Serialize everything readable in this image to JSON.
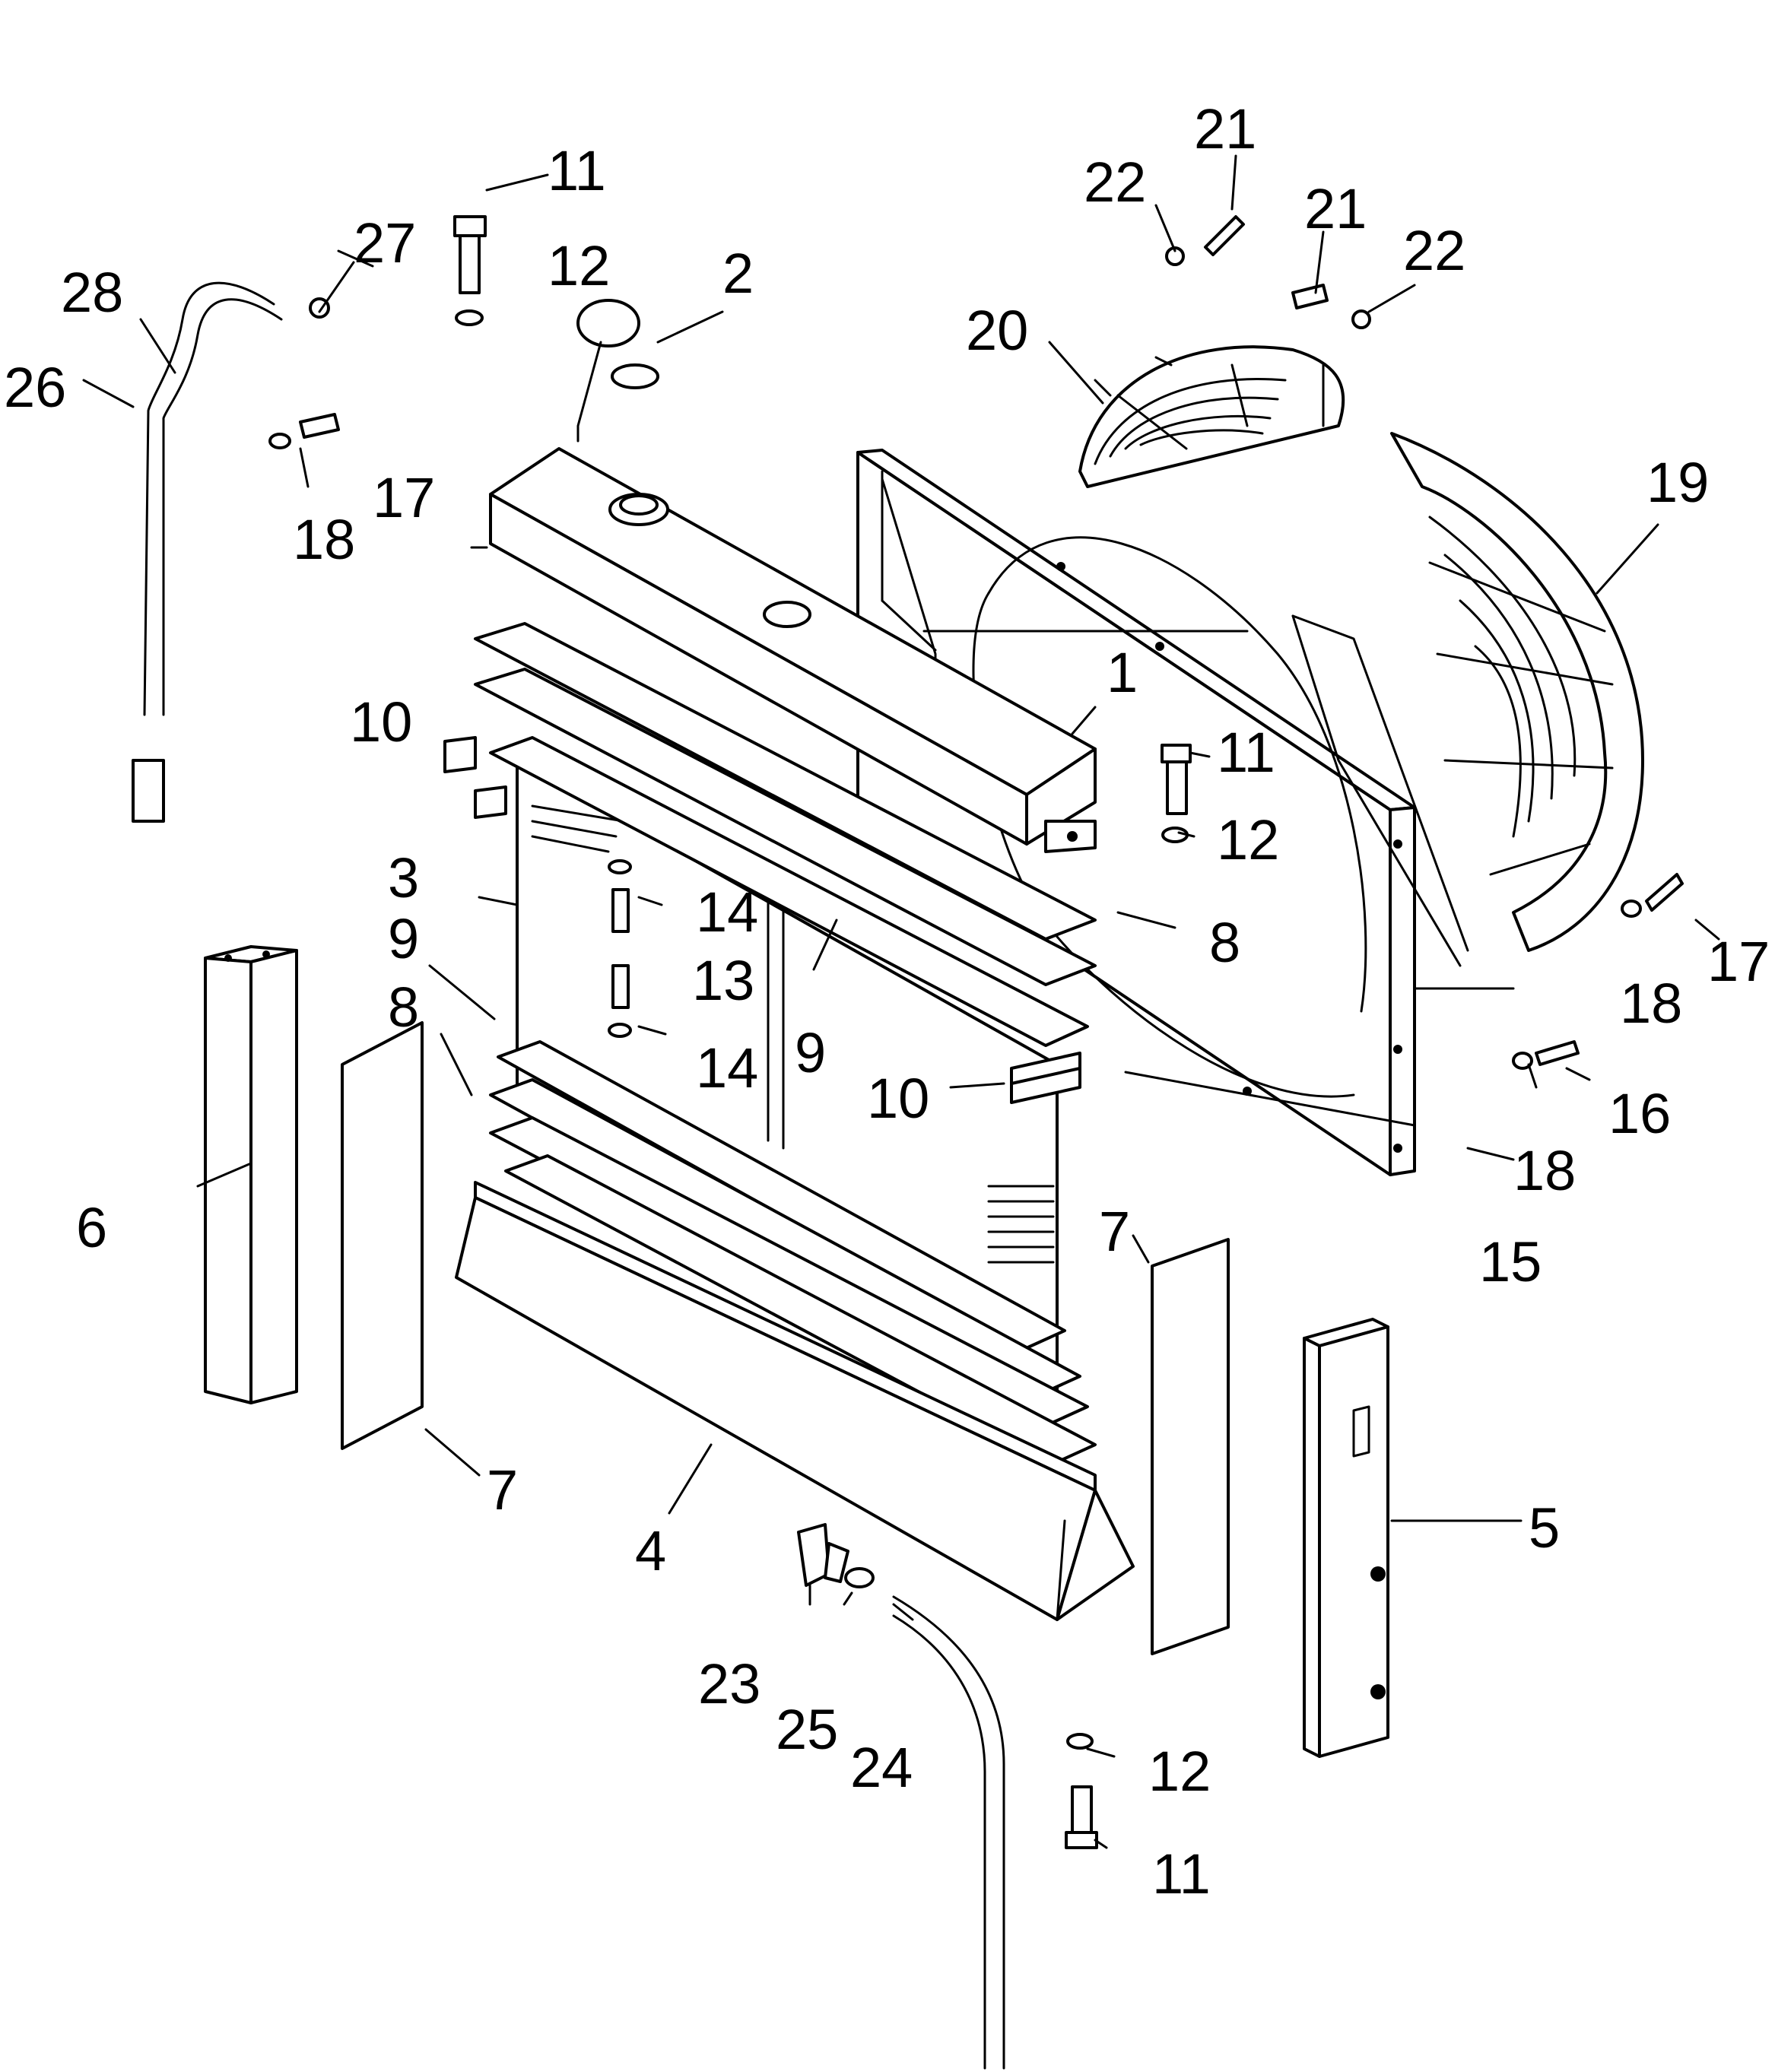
{
  "callouts": [
    {
      "id": "c1",
      "text": "1"
    },
    {
      "id": "c2",
      "text": "2"
    },
    {
      "id": "c3",
      "text": "3"
    },
    {
      "id": "c4",
      "text": "4"
    },
    {
      "id": "c5",
      "text": "5"
    },
    {
      "id": "c6",
      "text": "6"
    },
    {
      "id": "c7a",
      "text": "7"
    },
    {
      "id": "c7b",
      "text": "7"
    },
    {
      "id": "c8a",
      "text": "8"
    },
    {
      "id": "c8b",
      "text": "8"
    },
    {
      "id": "c9a",
      "text": "9"
    },
    {
      "id": "c9b",
      "text": "9"
    },
    {
      "id": "c10a",
      "text": "10"
    },
    {
      "id": "c10b",
      "text": "10"
    },
    {
      "id": "c11a",
      "text": "11"
    },
    {
      "id": "c11b",
      "text": "11"
    },
    {
      "id": "c11c",
      "text": "11"
    },
    {
      "id": "c12a",
      "text": "12"
    },
    {
      "id": "c12b",
      "text": "12"
    },
    {
      "id": "c12c",
      "text": "12"
    },
    {
      "id": "c13",
      "text": "13"
    },
    {
      "id": "c14a",
      "text": "14"
    },
    {
      "id": "c14b",
      "text": "14"
    },
    {
      "id": "c15",
      "text": "15"
    },
    {
      "id": "c16",
      "text": "16"
    },
    {
      "id": "c17a",
      "text": "17"
    },
    {
      "id": "c17b",
      "text": "17"
    },
    {
      "id": "c18a",
      "text": "18"
    },
    {
      "id": "c18b",
      "text": "18"
    },
    {
      "id": "c18c",
      "text": "18"
    },
    {
      "id": "c19",
      "text": "19"
    },
    {
      "id": "c20",
      "text": "20"
    },
    {
      "id": "c21a",
      "text": "21"
    },
    {
      "id": "c21b",
      "text": "21"
    },
    {
      "id": "c22a",
      "text": "22"
    },
    {
      "id": "c22b",
      "text": "22"
    },
    {
      "id": "c23",
      "text": "23"
    },
    {
      "id": "c24",
      "text": "24"
    },
    {
      "id": "c25",
      "text": "25"
    },
    {
      "id": "c26",
      "text": "26"
    },
    {
      "id": "c27",
      "text": "27"
    },
    {
      "id": "c28",
      "text": "28"
    }
  ]
}
